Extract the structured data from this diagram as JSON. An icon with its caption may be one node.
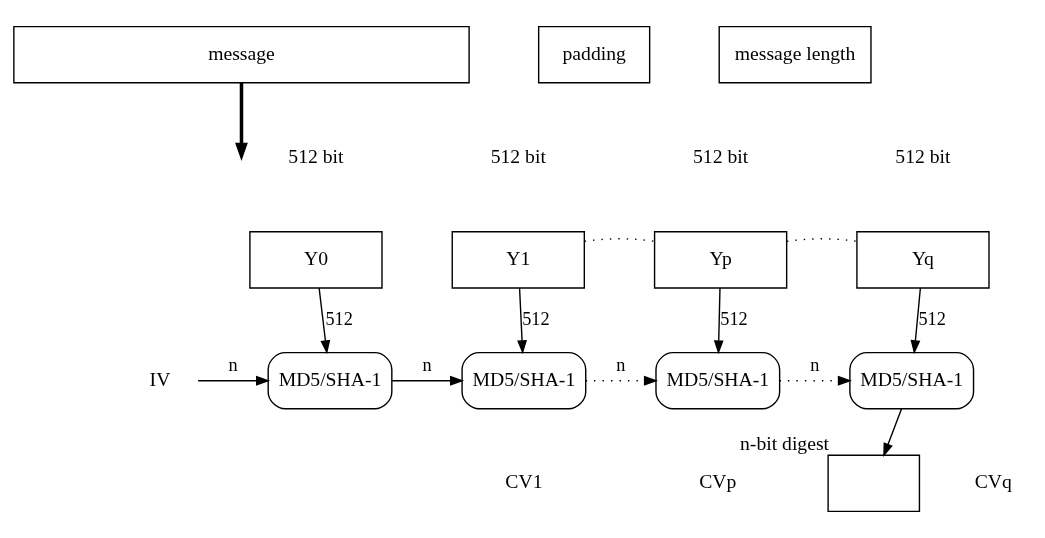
{
  "diagram": {
    "nodes": [
      {
        "text": [
          "message"
        ]
      },
      {
        "text": [
          "padding"
        ]
      },
      {
        "text": [
          "message length"
        ]
      },
      {
        "text": [
          "Y0"
        ]
      },
      {
        "text": [
          "Y1"
        ]
      },
      {
        "text": [
          "Yp"
        ]
      },
      {
        "text": [
          "Yq"
        ]
      },
      {
        "text": [
          "MD5/SHA-1"
        ]
      },
      {
        "text": [
          "MD5/SHA-1"
        ]
      },
      {
        "text": [
          "MD5/SHA-1"
        ]
      },
      {
        "text": [
          "MD5/SHA-1"
        ]
      },
      {
        "text": [],
        "shape": "box",
        "beside": [
          "n-bit digest"
        ]
      },
      {
        "text": [
          "IV"
        ]
      }
    ],
    "edges": [
      {
        "from": 0,
        "to": null,
        "arrow": "to",
        "style": "thick"
      },
      {
        "from": 4,
        "to": 5,
        "arrow": "none",
        "style": "dashed"
      },
      {
        "from": 5,
        "to": 6,
        "arrow": "none",
        "style": "dashed"
      },
      {
        "from": 3,
        "to": 7,
        "arrow": "to",
        "label": "512"
      },
      {
        "from": 4,
        "to": 8,
        "arrow": "to",
        "label": "512"
      },
      {
        "from": 5,
        "to": 9,
        "arrow": "to",
        "label": "512"
      },
      {
        "from": 6,
        "to": 10,
        "arrow": "to",
        "label": "512"
      },
      {
        "from": 12,
        "to": 7,
        "arrow": "to",
        "label": "n"
      },
      {
        "from": 7,
        "to": 8,
        "arrow": "to",
        "label": "n"
      },
      {
        "from": 8,
        "to": 9,
        "arrow": "to",
        "label": "n",
        "style": "dashed"
      },
      {
        "from": 9,
        "to": 10,
        "arrow": "to",
        "label": "n",
        "style": "dashed"
      },
      {
        "from": 10,
        "to": 11,
        "arrow": "to"
      }
    ],
    "labels": [
      "512 bit",
      "512 bit",
      "512 bit",
      "512 bit",
      "CV1",
      "CVp",
      "CVq"
    ]
  }
}
